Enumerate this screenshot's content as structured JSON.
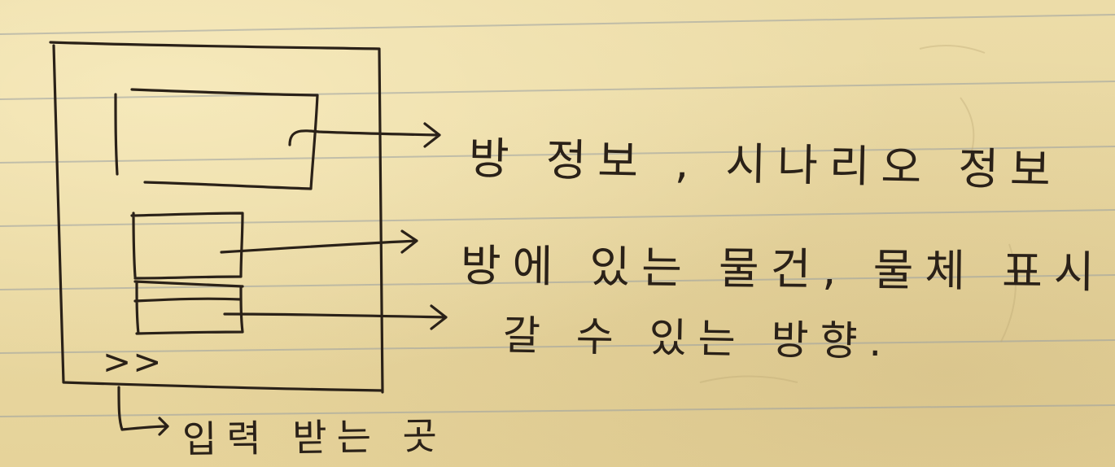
{
  "diagram": {
    "annotations": {
      "room_info": "방 정보 , 시나리오 정보",
      "room_items": "방에 있는 물건, 물체 표시",
      "directions": "갈 수 있는 방향.",
      "input_area": "입력 받는 곳"
    },
    "prompt_symbol": ">>"
  },
  "colors": {
    "paper": "#e9d7a0",
    "ink": "#2a2118",
    "rule_lines": "#9aa0a2"
  }
}
